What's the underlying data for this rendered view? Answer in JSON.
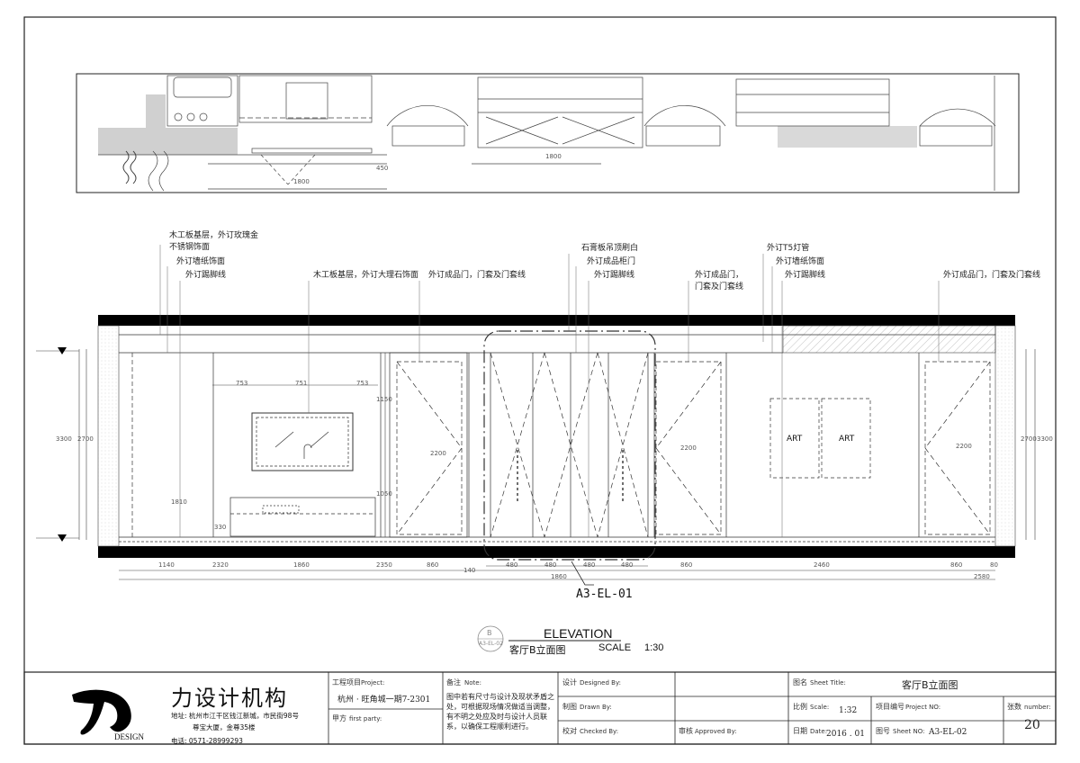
{
  "annotations": [
    {
      "id": "ann-wood-rose-gold",
      "lines": [
        "木工板基层，外订玫瑰金",
        "不锈钢饰面"
      ]
    },
    {
      "id": "ann-wallpaper-1",
      "lines": [
        "外订墙纸饰面"
      ]
    },
    {
      "id": "ann-skirting-1",
      "lines": [
        "外订踢脚线"
      ]
    },
    {
      "id": "ann-wood-marble",
      "lines": [
        "木工板基层，外订大理石饰面"
      ]
    },
    {
      "id": "ann-door-1",
      "lines": [
        "外订成品门，门套及门套线"
      ]
    },
    {
      "id": "ann-gypsum-ceiling",
      "lines": [
        "石膏板吊顶刷白"
      ]
    },
    {
      "id": "ann-cabinet-door",
      "lines": [
        "外订成品柜门"
      ]
    },
    {
      "id": "ann-skirting-2",
      "lines": [
        "外订踢脚线"
      ]
    },
    {
      "id": "ann-door-2",
      "lines": [
        "外订成品门，",
        "门套及门套线"
      ]
    },
    {
      "id": "ann-t5-light",
      "lines": [
        "外订T5灯管"
      ]
    },
    {
      "id": "ann-wallpaper-2",
      "lines": [
        "外订墙纸饰面"
      ]
    },
    {
      "id": "ann-skirting-3",
      "lines": [
        "外订踢脚线"
      ]
    },
    {
      "id": "ann-door-3",
      "lines": [
        "外订成品门，门套及门套线"
      ]
    }
  ],
  "art_labels": [
    "ART",
    "ART"
  ],
  "section_tag": "A3-EL-01",
  "elevation": {
    "title": "ELEVATION",
    "subtitle": "客厅B立面图",
    "scale_label": "SCALE",
    "scale_value": "1:30",
    "bubble_top": "B",
    "bubble_bottom": "A3-EL-02"
  },
  "title_block": {
    "company_name": "力设计机构",
    "logo_sub": "DESIGN",
    "address_line1": "地址: 杭州市江干区钱江新城，市民街98号",
    "address_line2": "尊宝大厦，金尊35楼",
    "phone": "电话: 0571-28999293",
    "project_label": "工程项目",
    "project_label_en": "Project:",
    "project_value": "杭州 · 旺角城一期7-2301",
    "party_label": "甲方",
    "party_label_en": "first party:",
    "note_label": "备注",
    "note_label_en": "Note:",
    "note_text": "图中若有尺寸与设计及现状矛盾之处，可根据现场情况做适当调整，有不明之处应及时与设计人员联系，以确保工程顺利进行。",
    "designed_label": "设计",
    "designed_label_en": "Designed By:",
    "drawn_label": "制图",
    "drawn_label_en": "Drawn By:",
    "checked_label": "校对",
    "checked_label_en": "Checked By:",
    "approved_label": "审核",
    "approved_label_en": "Approved By:",
    "sheet_title_label": "图名",
    "sheet_title_label_en": "Sheet Title:",
    "sheet_title_value": "客厅B立面图",
    "scale_label": "比例",
    "scale_label_en": "Scale:",
    "scale_value": "1:32",
    "project_no_label": "项目编号",
    "project_no_label_en": "Project NO:",
    "sheet_count_label": "张数",
    "sheet_count_label_en": "number:",
    "sheet_count_value": "20",
    "date_label": "日期",
    "date_label_en": "Date:",
    "date_value": "2016 . 01",
    "sheet_no_label": "图号",
    "sheet_no_label_en": "Sheet NO:",
    "sheet_no_value": "A3-EL-02"
  },
  "dimensions": {
    "plan_1800a": "1800",
    "plan_1800b": "1800",
    "plan_450": "450",
    "mirror_w1": "753",
    "mirror_w2": "751",
    "mirror_w3": "753",
    "vanity_1810": "1810",
    "vanity_330": "330",
    "h_1150": "1150",
    "h_1050": "1050",
    "h_2200a": "2200",
    "h_2200b": "2200",
    "h_2200c": "2200",
    "h_2700a": "2700",
    "h_3300a": "3300",
    "h_2700b": "2700",
    "h_3300b": "3300",
    "bottom": [
      "1140",
      "2320",
      "1860",
      "2350",
      "860",
      "140",
      "480",
      "480",
      "480",
      "480",
      "860",
      "2460",
      "860",
      "80"
    ],
    "overall_a": "1860",
    "overall_b": "2580"
  },
  "colors": {
    "line": "#222222",
    "thick": "#000000",
    "hatch_fill": "#d6d6d6",
    "light_line": "#888888"
  }
}
